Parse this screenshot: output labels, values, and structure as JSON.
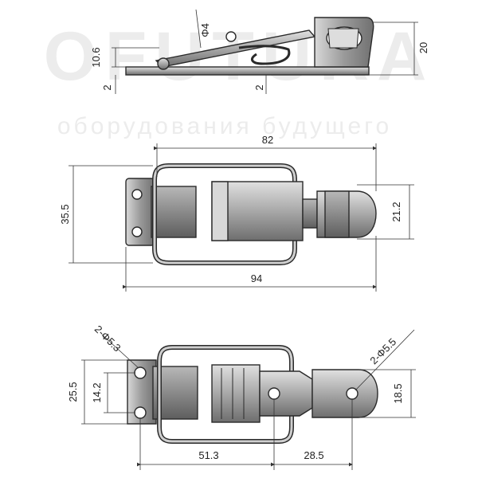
{
  "watermark": {
    "brand": "OFUTURA",
    "tagline": "оборудования будущего"
  },
  "colors": {
    "metal_light": "#c8c8c8",
    "metal_mid": "#9a9a9a",
    "metal_dark": "#6e6e6e",
    "outline": "#2a2a2a",
    "dimension": "#333333",
    "watermark": "#ececec"
  },
  "side_view": {
    "diameter_label": "Φ4",
    "height_label": "10.6",
    "base_thickness_left": "2",
    "base_thickness_right": "2",
    "overall_height": "20"
  },
  "top_view": {
    "width_label": "82",
    "height_label": "35.5",
    "hook_width_label": "21.2",
    "overall_length_label": "94"
  },
  "bottom_view": {
    "hole_left_label": "2-Φ5.3",
    "hole_right_label": "2-Φ5.5",
    "plate_height_label": "25.5",
    "hole_spacing_label": "14.2",
    "hook_height_label": "18.5",
    "hole_offset_label": "51.3",
    "hole_to_hole_label": "28.5"
  }
}
